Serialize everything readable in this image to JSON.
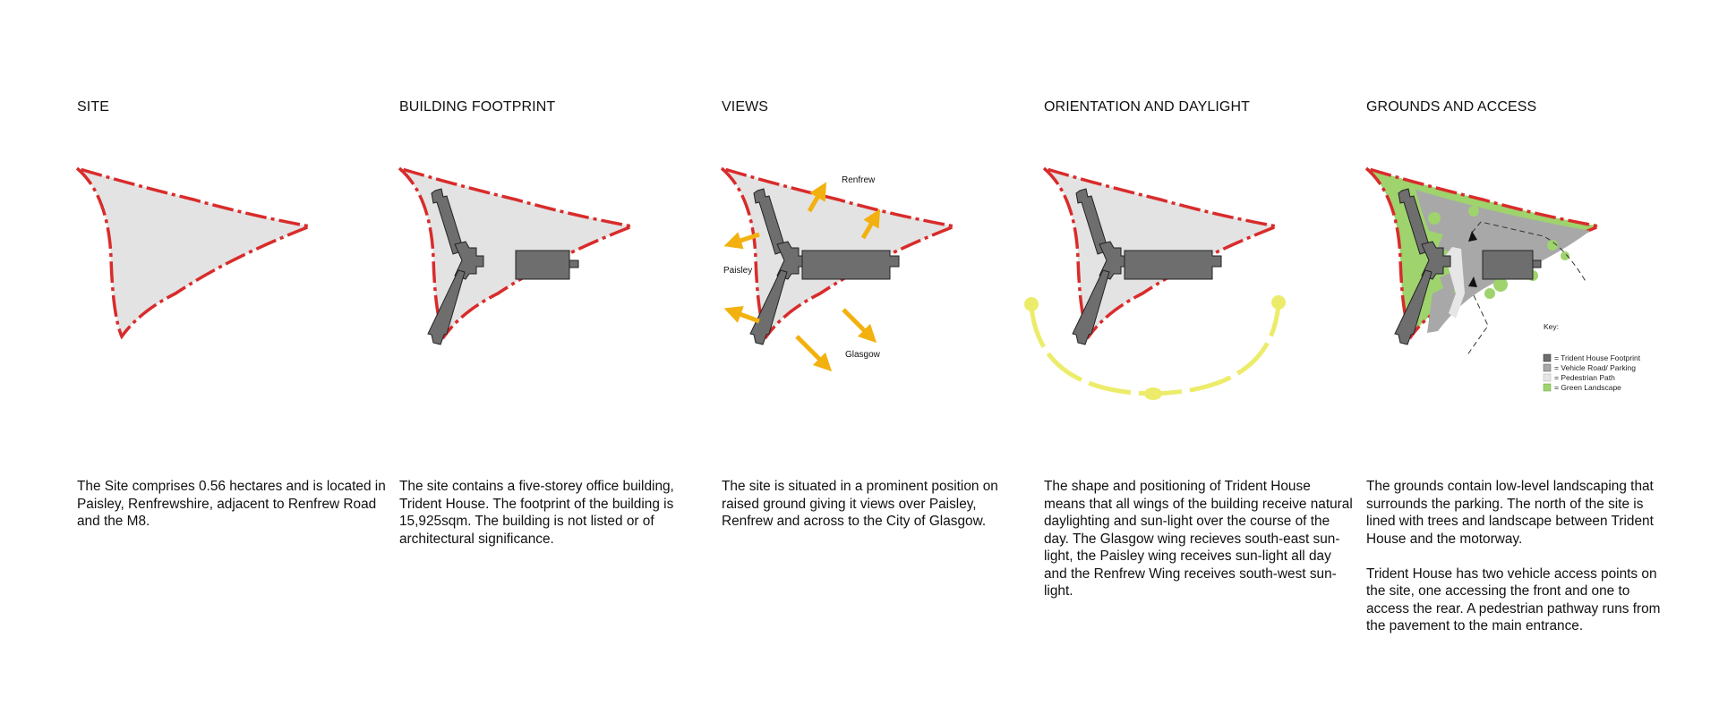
{
  "panels": [
    {
      "title": "SITE",
      "description": [
        "The Site comprises 0.56 hectares and is located in Paisley, Renfrewshire, adjacent to Renfrew Road and the M8."
      ]
    },
    {
      "title": "BUILDING FOOTPRINT",
      "description": [
        "The site contains a five-storey office building, Trident House. The footprint of the building is 15,925sqm. The building is not listed or of architectural significance."
      ]
    },
    {
      "title": "VIEWS",
      "description": [
        "The site is situated in a prominent position on raised ground giving it views over Paisley, Renfrew and across to the City of Glasgow."
      ],
      "labels": {
        "renfrew": "Renfrew",
        "paisley": "Paisley",
        "glasgow": "Glasgow"
      }
    },
    {
      "title": "ORIENTATION AND DAYLIGHT",
      "description": [
        "The shape and positioning of Trident House means that all wings of the building receive natural daylighting and sun-light over the course of the day. The Glasgow wing recieves south-east sun-light, the Paisley wing receives sun-light all day and the Renfrew Wing receives south-west sun-light."
      ]
    },
    {
      "title": "GROUNDS AND ACCESS",
      "description": [
        "The grounds contain low-level landscaping that surrounds the parking. The north of the site is lined with trees and landscape between Trident House and the motorway.",
        "Trident House has two vehicle access points on the site, one accessing the front and one to access the rear. A pedestrian pathway runs from the pavement to the main entrance."
      ],
      "key": {
        "title": "Key:",
        "items": [
          {
            "label": "= Trident House Footprint",
            "color": "#6e6e6e"
          },
          {
            "label": "= Vehicle Road/ Parking",
            "color": "#a8a8a8"
          },
          {
            "label": "= Pedestrian Path",
            "color": "#e6e6e6"
          },
          {
            "label": "= Green Landscape",
            "color": "#9fd36d"
          }
        ]
      }
    }
  ],
  "colors": {
    "site_fill": "#e3e3e3",
    "boundary": "#d92b2b",
    "building": "#6e6e6e",
    "arrow": "#f2b10f",
    "sun_path": "#ecec6a",
    "green": "#9fd36d",
    "road": "#a8a8a8"
  }
}
